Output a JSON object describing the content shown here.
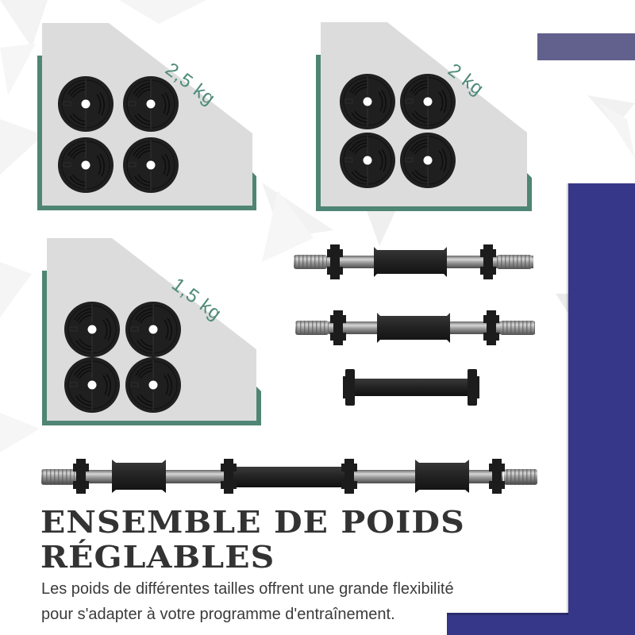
{
  "cards": [
    {
      "id": "weight-2-5kg",
      "label": "2,5 kg",
      "plate_count": 4
    },
    {
      "id": "weight-2kg",
      "label": "2 kg",
      "plate_count": 4
    },
    {
      "id": "weight-1-5kg",
      "label": "1,5 kg",
      "plate_count": 4
    }
  ],
  "bars": [
    {
      "name": "dumbbell-bar-1",
      "type": "threaded dumbbell handle"
    },
    {
      "name": "dumbbell-bar-2",
      "type": "threaded dumbbell handle"
    },
    {
      "name": "connector-tube",
      "type": "connector tube"
    },
    {
      "name": "barbell-assembled",
      "type": "assembled barbell"
    }
  ],
  "headline": {
    "line1": "ENSEMBLE DE POIDS",
    "line2": "RÉGLABLES"
  },
  "description": {
    "line1": "Les poids de différentes tailles offrent une grande flexibilité",
    "line2": "pour s'adapter à votre programme d'entraînement."
  },
  "colors": {
    "blue_panel": "#363789",
    "violet_band": "#62608c",
    "card_gray": "#dcdcdc",
    "card_green": "#4f8574",
    "label_green": "#4e8b79",
    "headline": "#333333",
    "text": "#3b3b3b"
  }
}
